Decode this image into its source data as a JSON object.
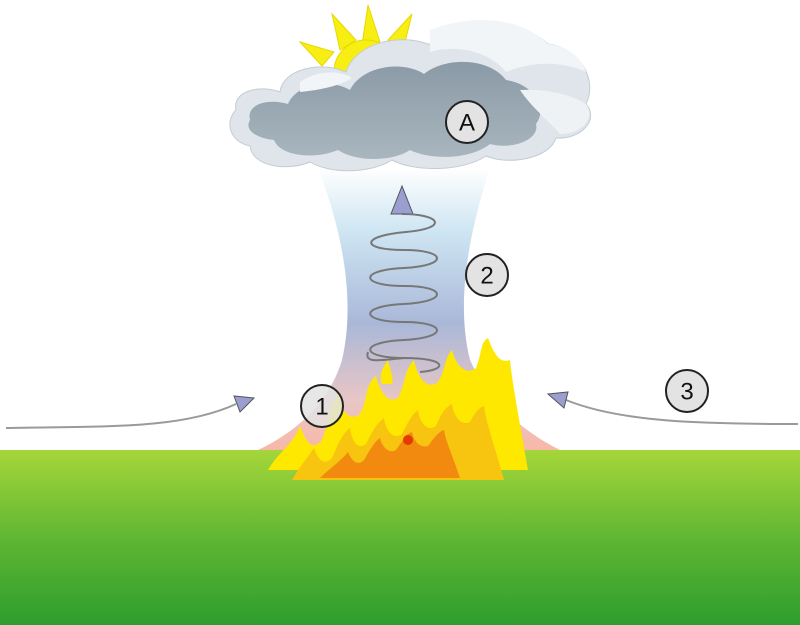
{
  "diagram": {
    "labels": {
      "cloud": "A",
      "column": "2",
      "fire": "1",
      "wind": "3"
    }
  },
  "colors": {
    "ground_top": "#a5d63a",
    "ground_bottom": "#2e9e2e",
    "cloud_dark": "#8a9aa6",
    "cloud_light": "#eef2f5",
    "sun": "#f7ef14",
    "fire_yellow": "#ffe800",
    "fire_orange": "#f28a10",
    "fire_red": "#e23a00",
    "arrow_fill": "#9a9ed0",
    "spiral_stroke": "#777777"
  }
}
